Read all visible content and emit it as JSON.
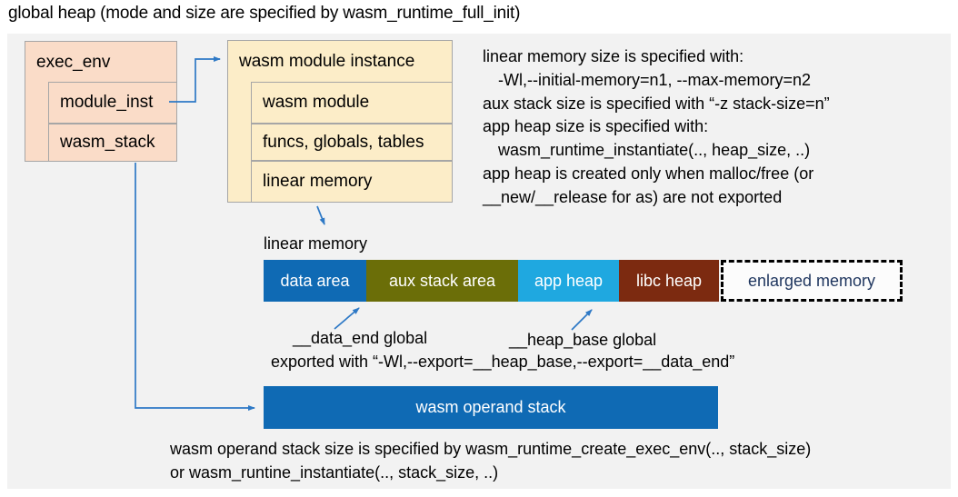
{
  "title": "global heap (mode and size are specified by wasm_runtime_full_init)",
  "colors": {
    "panel_bg": "#f2f2f2",
    "box_pink": "#fadcc8",
    "box_yellow": "#fcedc8",
    "arrow_blue": "#2e79c6",
    "seg_data_area": "#0f6ab4",
    "seg_aux_stack": "#6b6e08",
    "seg_app_heap": "#1fa8e0",
    "seg_libc_heap": "#7c2a10",
    "enlarged_bg": "#fcfcfc",
    "enlarged_text": "#1e355e",
    "operand_bg": "#0f6ab4"
  },
  "exec_env": {
    "header": "exec_env",
    "rows": [
      "module_inst",
      "wasm_stack"
    ]
  },
  "module_instance": {
    "header": "wasm module instance",
    "rows": [
      "wasm module",
      "funcs, globals, tables",
      "linear memory"
    ]
  },
  "notes_right": [
    "linear memory size is specified with:",
    "-Wl,--initial-memory=n1, --max-memory=n2",
    "aux stack size is specified with “-z stack-size=n”",
    "app heap size is specified with:",
    "wasm_runtime_instantiate(.., heap_size, ..)",
    "app heap is created only when malloc/free (or",
    "__new/__release for as) are not exported"
  ],
  "linear_memory": {
    "label": "linear memory",
    "segments": [
      {
        "label": "data area"
      },
      {
        "label": "aux stack area"
      },
      {
        "label": "app heap"
      },
      {
        "label": "libc heap"
      },
      {
        "label": "enlarged memory"
      }
    ]
  },
  "annotations": {
    "data_end": "__data_end global",
    "heap_base": "__heap_base global",
    "exported": "exported with “-Wl,--export=__heap_base,--export=__data_end”"
  },
  "operand_stack_label": "wasm operand stack",
  "notes_bottom": [
    "wasm operand stack size is specified by wasm_runtime_create_exec_env(.., stack_size)",
    "or wasm_runtine_instantiate(.., stack_size, ..)"
  ]
}
